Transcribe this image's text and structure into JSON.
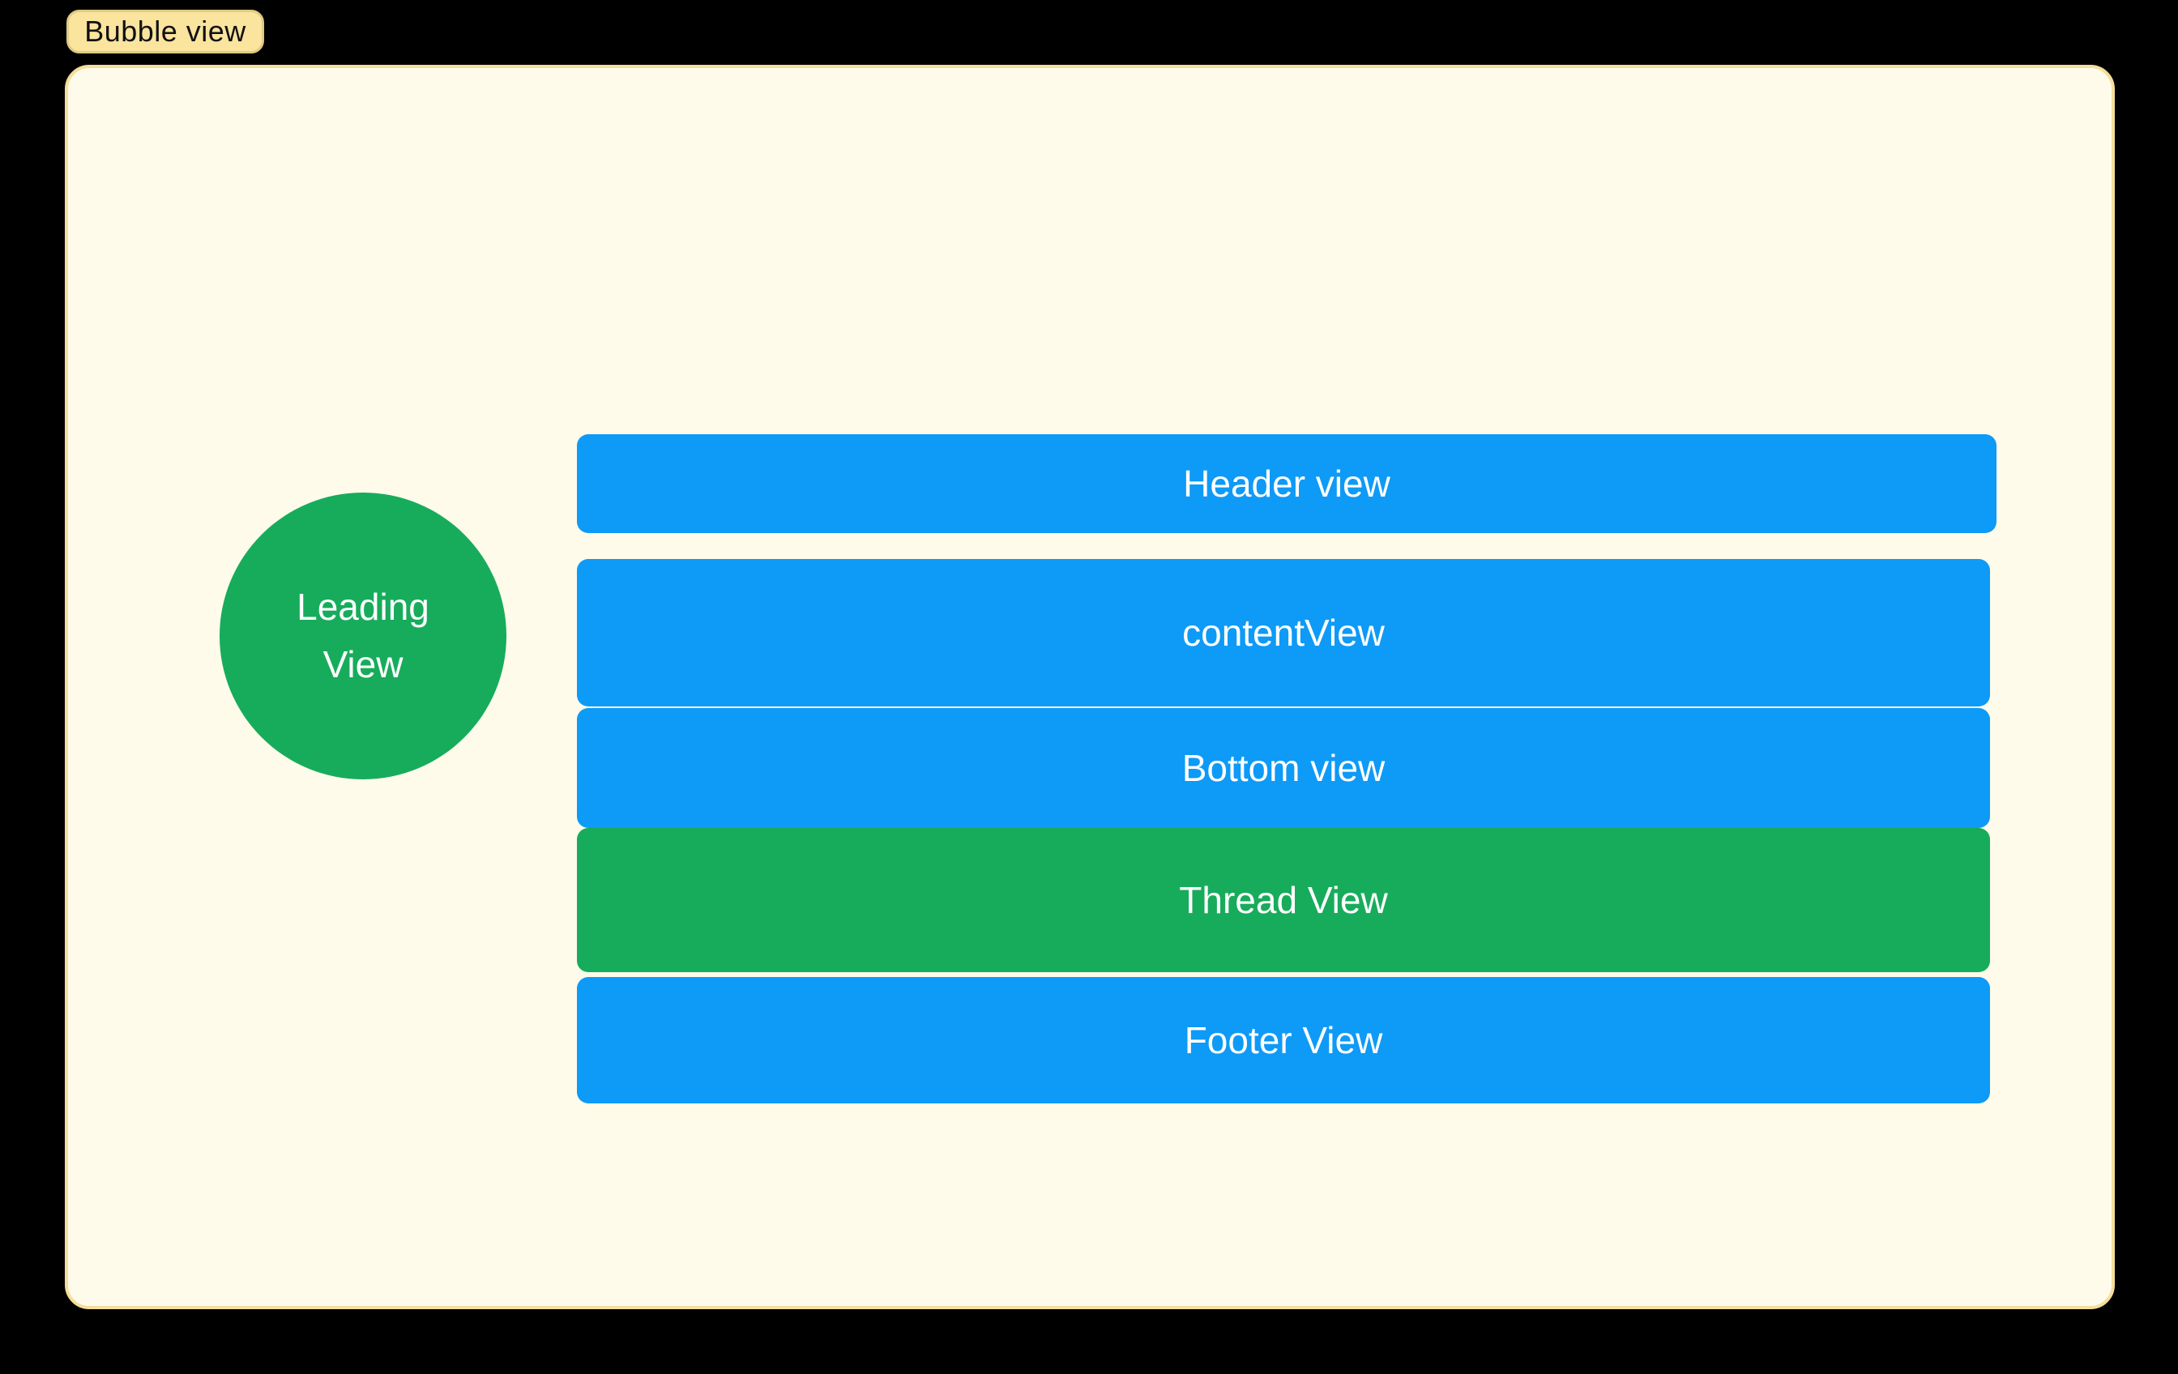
{
  "badge": {
    "label": "Bubble view"
  },
  "leading_view": {
    "line1": "Leading",
    "line2": "View"
  },
  "views": [
    {
      "name": "header-view",
      "label": "Header view"
    },
    {
      "name": "content-view",
      "label": "contentView"
    },
    {
      "name": "bottom-view",
      "label": "Bottom view"
    },
    {
      "name": "thread-view",
      "label": "Thread View"
    },
    {
      "name": "footer-view",
      "label": "Footer View"
    }
  ],
  "colors": {
    "background": "#000000",
    "canvas_fill": "#FEFBEA",
    "canvas_border": "#F5DE9B",
    "badge_fill": "#FAE49E",
    "badge_border": "#DECB85",
    "badge_text": "#111111",
    "bar_blue": "#0E9AF7",
    "accent_green": "#17AC5B",
    "bar_label_text": "#FFFFFF"
  }
}
